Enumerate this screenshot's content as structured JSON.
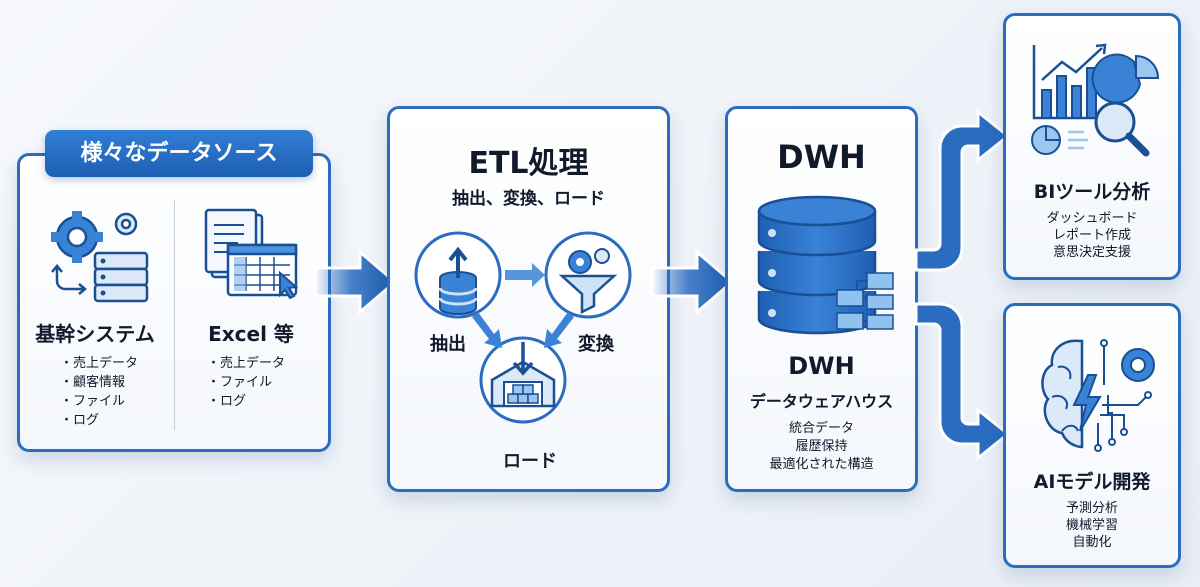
{
  "colors": {
    "primary": "#2a6cbf",
    "dark": "#1a4f94",
    "light": "#cfe3f7",
    "text": "#111a2b"
  },
  "sources": {
    "badge": "様々なデータソース",
    "core": {
      "title": "基幹システム",
      "items": [
        "・売上データ",
        "・顧客情報",
        "・ファイル",
        "・ログ"
      ],
      "icon": "gears-server-icon"
    },
    "excel": {
      "title": "Excel 等",
      "items": [
        "・売上データ",
        "・ファイル",
        "・ログ"
      ],
      "icon": "documents-spreadsheet-icon"
    }
  },
  "etl": {
    "title": "ETL処理",
    "subtitle": "抽出、変換、ロード",
    "steps": [
      {
        "label": "抽出",
        "icon": "database-upload-icon"
      },
      {
        "label": "変換",
        "icon": "gear-funnel-icon"
      },
      {
        "label": "ロード",
        "icon": "warehouse-icon"
      }
    ]
  },
  "dwh": {
    "title": "DWH",
    "name": "DWH",
    "subtitle": "データウェアハウス",
    "features": [
      "統合データ",
      "履歴保持",
      "最適化された構造"
    ]
  },
  "bi": {
    "title": "BIツール分析",
    "items": [
      "ダッシュボード",
      "レポート作成",
      "意思決定支援"
    ]
  },
  "ai": {
    "title": "AIモデル開発",
    "items": [
      "予測分析",
      "機械学習",
      "自動化"
    ]
  }
}
